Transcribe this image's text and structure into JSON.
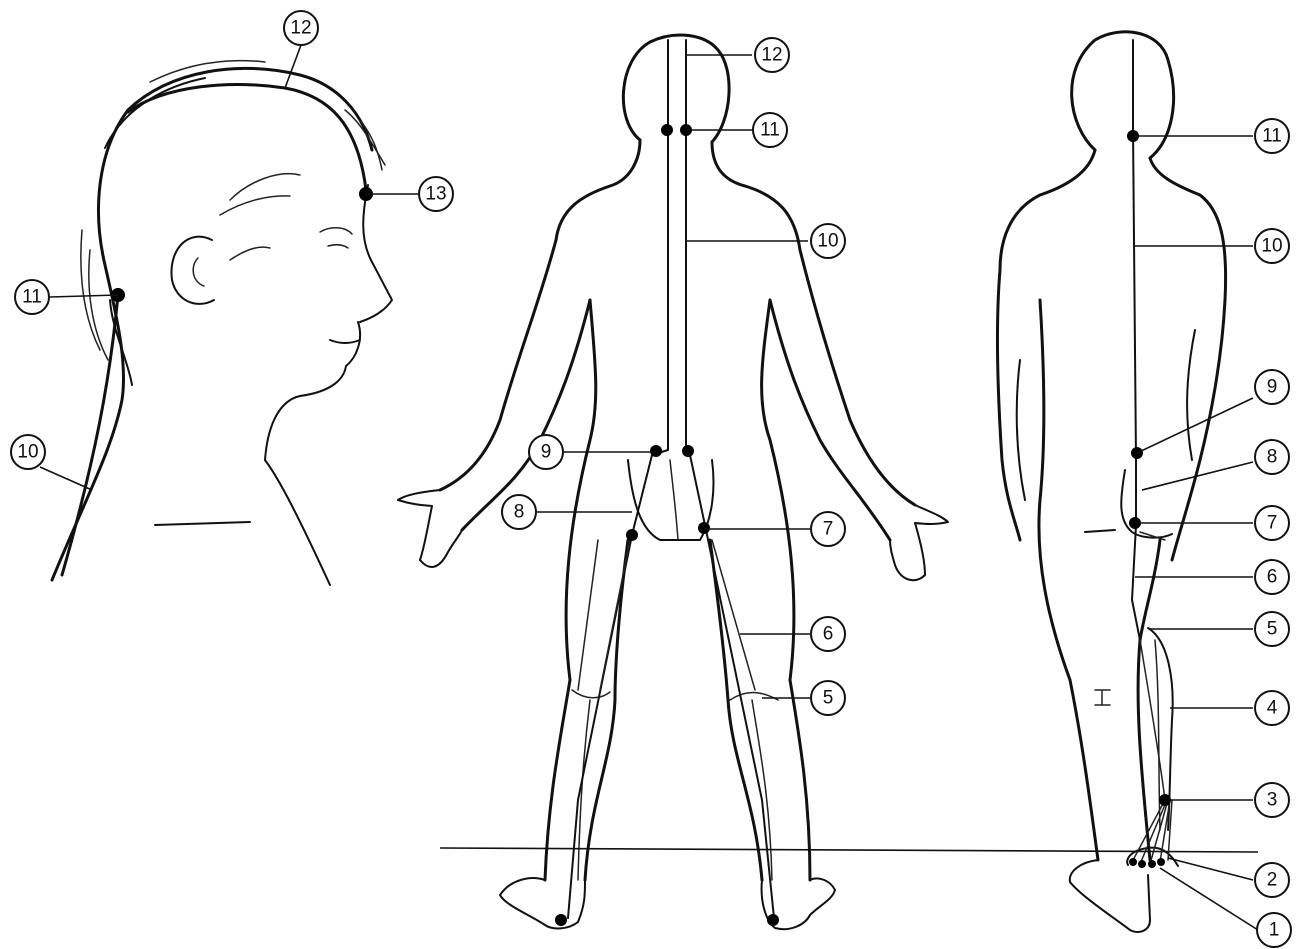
{
  "colors": {
    "ink": "#111111",
    "background": "#ffffff"
  },
  "views": {
    "head": {
      "labels": [
        "12",
        "13",
        "11",
        "10"
      ]
    },
    "back": {
      "labels": [
        "12",
        "11",
        "10",
        "9",
        "8",
        "7",
        "6",
        "5"
      ]
    },
    "side": {
      "labels": [
        "11",
        "10",
        "9",
        "8",
        "7",
        "6",
        "5",
        "4",
        "3",
        "2",
        "1"
      ]
    }
  }
}
